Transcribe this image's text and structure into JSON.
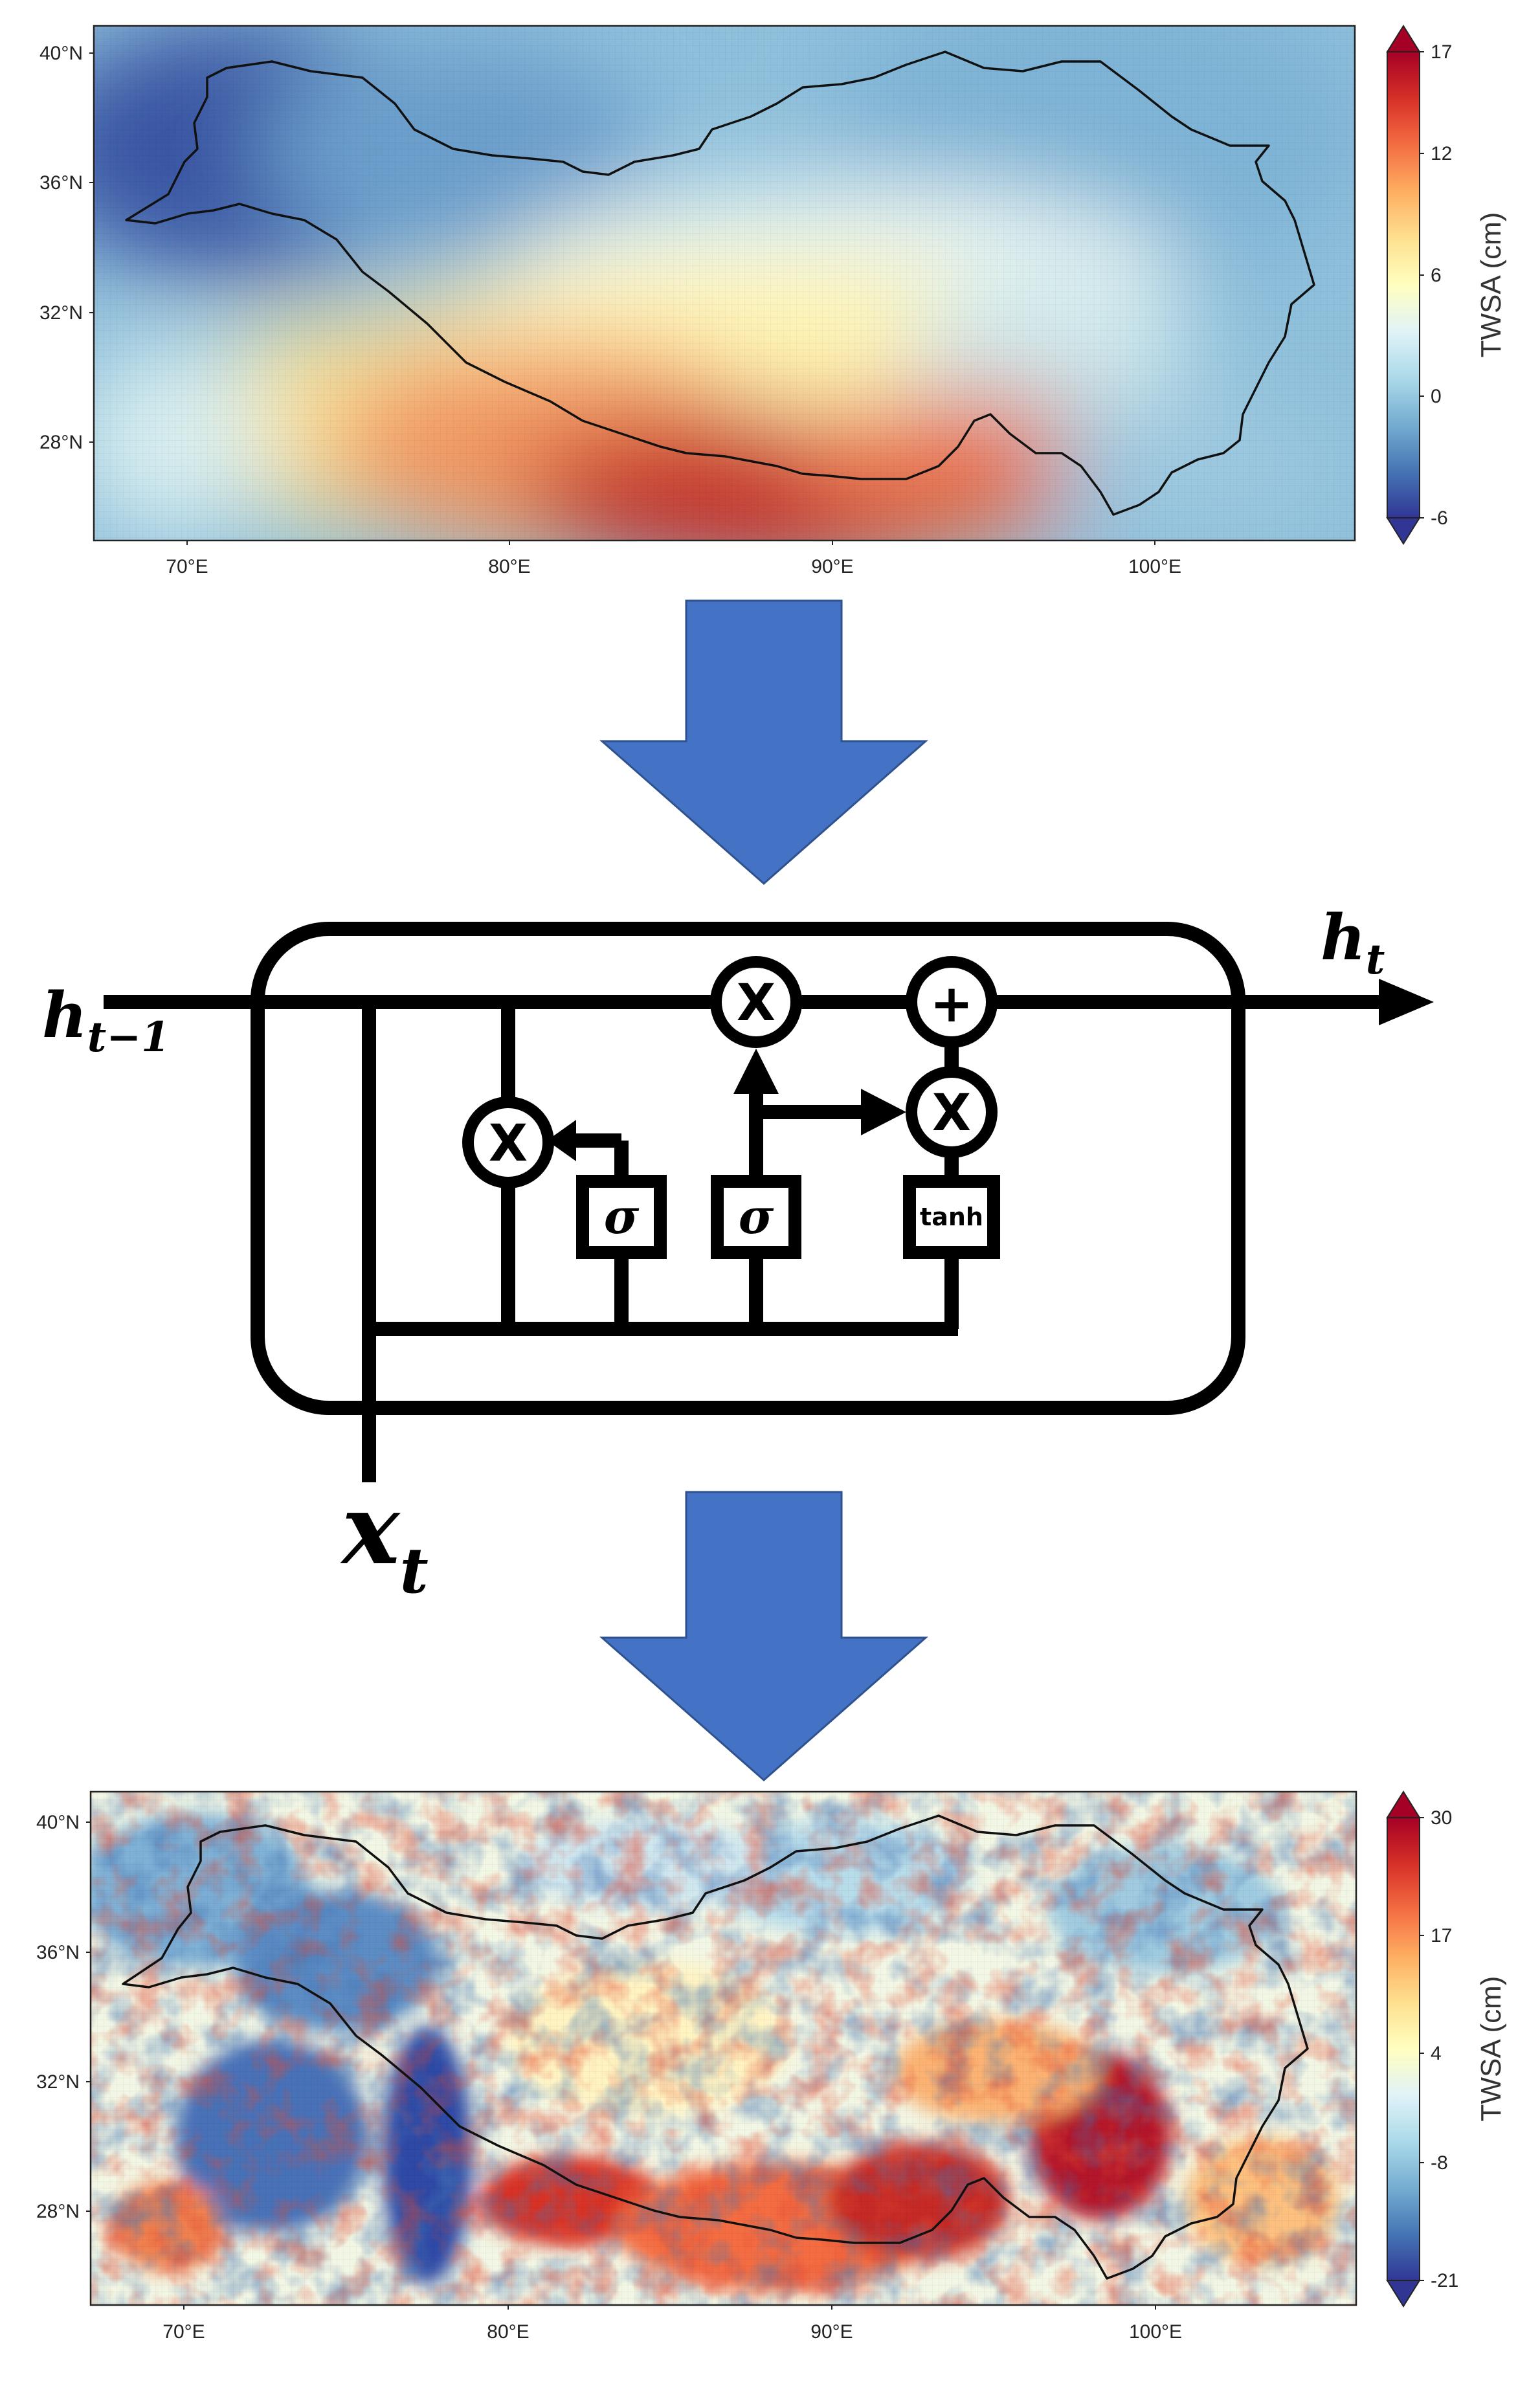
{
  "maps": [
    {
      "id": "input",
      "lat_ticks": [
        "40°N",
        "36°N",
        "32°N",
        "28°N"
      ],
      "lon_ticks": [
        "70°E",
        "80°E",
        "90°E",
        "100°E"
      ],
      "colorbar": {
        "label": "TWSA (cm)",
        "ticks": [
          "17",
          "12",
          "6",
          "0",
          "-6"
        ],
        "min": -6,
        "max": 17
      }
    },
    {
      "id": "output",
      "lat_ticks": [
        "40°N",
        "36°N",
        "32°N",
        "28°N"
      ],
      "lon_ticks": [
        "70°E",
        "80°E",
        "90°E",
        "100°E"
      ],
      "colorbar": {
        "label": "TWSA (cm)",
        "ticks": [
          "30",
          "17",
          "4",
          "-8",
          "-21"
        ],
        "min": -21,
        "max": 30
      }
    }
  ],
  "lstm": {
    "input_h": "h",
    "input_h_sub": "t−1",
    "output_h": "h",
    "output_h_sub": "t",
    "input_x": "x",
    "input_x_sub": "t",
    "gates": [
      "σ",
      "σ",
      "tanh"
    ],
    "multiply_symbol": "X",
    "add_symbol": "+"
  },
  "colors": {
    "arrow_fill": "#4472c4",
    "arrow_stroke": "#2f528f",
    "colormap": [
      "#313695",
      "#4575b4",
      "#74add1",
      "#abd9e9",
      "#e0f3f8",
      "#ffffbf",
      "#fee090",
      "#fdae61",
      "#f46d43",
      "#d73027",
      "#a50026"
    ],
    "boundary": "#111111"
  }
}
